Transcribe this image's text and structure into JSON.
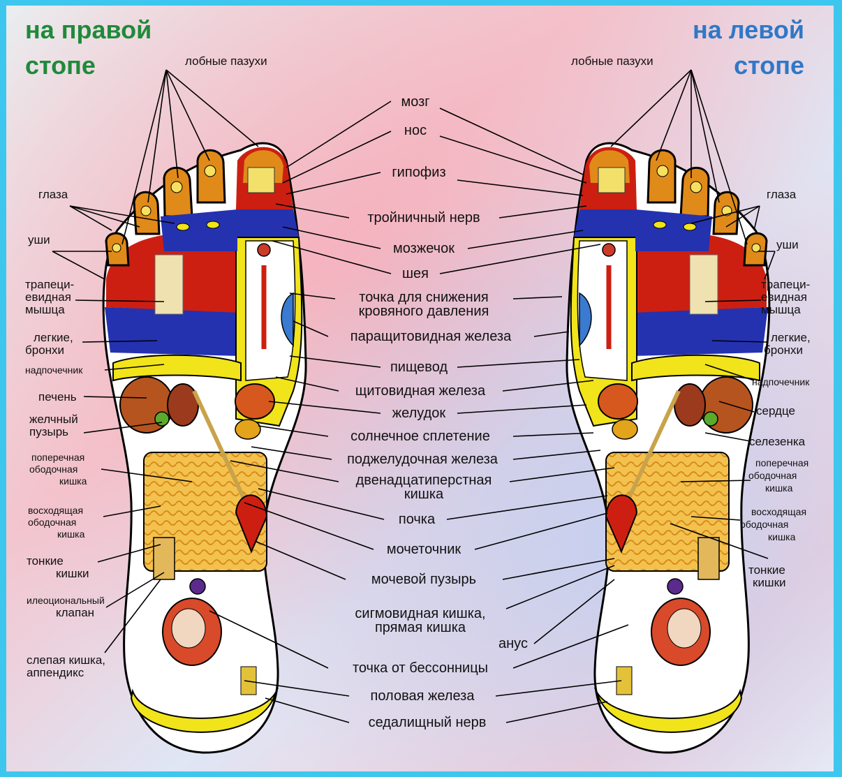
{
  "headers": {
    "right_foot": [
      "на правой",
      "стопе"
    ],
    "left_foot": [
      "на левой",
      "стопе"
    ]
  },
  "colors": {
    "border": "#3ec7ee",
    "header_right": "#1f8a3a",
    "header_left": "#2e78c8",
    "toe_orange": "#e08a1a",
    "red_zone": "#cc1f12",
    "blue_zone": "#2432b0",
    "yellow_zone": "#f1e41a",
    "intestine": "#f3c24e"
  },
  "center_labels": {
    "brain": "мозг",
    "nose": "нос",
    "pituitary": "гипофиз",
    "trigeminal": "тройничный нерв",
    "cerebellum": "мозжечок",
    "neck": "шея",
    "pressure_point": [
      "точка для снижения",
      "кровяного давления"
    ],
    "parathyroid": "паращитовидная железа",
    "esophagus": "пищевод",
    "thyroid": "щитовидная железа",
    "stomach": "желудок",
    "solar_plexus": "солнечное сплетение",
    "pancreas": "поджелудочная железа",
    "duodenum": [
      "двенадцатиперстная",
      "кишка"
    ],
    "kidney": "почка",
    "ureter": "мочеточник",
    "bladder": "мочевой пузырь",
    "sigmoid": [
      "сигмовидная кишка,",
      "прямая кишка"
    ],
    "anus": "анус",
    "insomnia": "точка от бессонницы",
    "gonad": "половая железа",
    "sciatic": "седалищный нерв"
  },
  "left_labels": {
    "sinuses": "лобные пазухи",
    "eyes": "глаза",
    "ears": "уши",
    "trapezius": [
      "трапеци-",
      "евидная",
      "мышца"
    ],
    "lungs": [
      "легкие,",
      "бронхи"
    ],
    "adrenal": "надпочечник",
    "liver": "печень",
    "gallbladder": [
      "желчный",
      "пузырь"
    ],
    "transverse_colon": [
      "поперечная",
      "ободочная",
      "кишка"
    ],
    "ascending_colon": [
      "восходящая",
      "ободочная",
      "кишка"
    ],
    "small_intestine": [
      "тонкие",
      "кишки"
    ],
    "ileocecal": [
      "илеоциональный",
      "клапан"
    ],
    "cecum": [
      "слепая кишка,",
      "аппендикс"
    ]
  },
  "right_labels": {
    "sinuses": "лобные пазухи",
    "eyes": "глаза",
    "ears": "уши",
    "trapezius": [
      "трапеци-",
      "евидная",
      "мышца"
    ],
    "lungs": [
      "легкие,",
      "бронхи"
    ],
    "adrenal": "надпочечник",
    "heart": "сердце",
    "spleen": "селезенка",
    "transverse_colon": [
      "поперечная",
      "ободочная",
      "кишка"
    ],
    "descending_colon": [
      "восходящая",
      "ободочная",
      "кишка"
    ],
    "small_intestine": [
      "тонкие",
      "кишки"
    ]
  }
}
